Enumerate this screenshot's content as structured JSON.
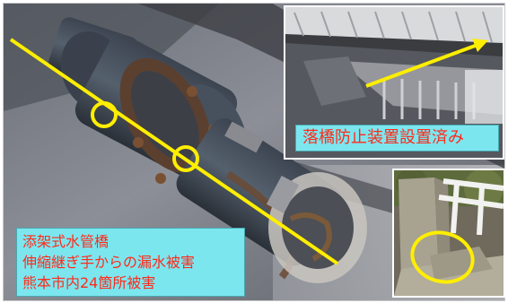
{
  "captions": {
    "inset_top": "落橋防止装置設置済み",
    "main_lines": [
      "添架式水管橋",
      "伸縮継ぎ手からの漏水被害",
      "熊本市内24箇所被害"
    ]
  },
  "colors": {
    "caption_background": "#7ce6ef",
    "caption_text": "#ff2a1a",
    "annotation_yellow": "#ffee00"
  },
  "annotations": {
    "main_photo": [
      "yellow-line",
      "yellow-circle",
      "yellow-circle"
    ],
    "inset_top": [
      "yellow-arrow"
    ],
    "inset_bottom": [
      "yellow-ellipse"
    ]
  }
}
